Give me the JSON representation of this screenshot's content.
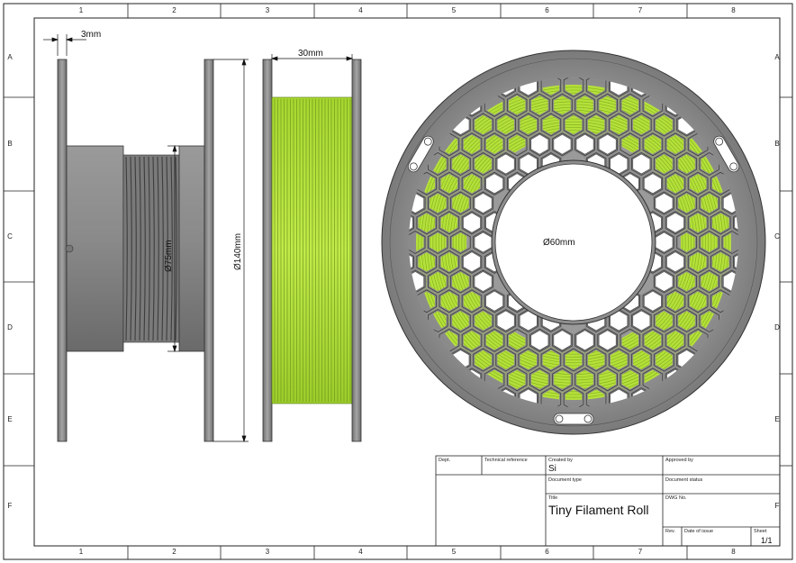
{
  "grid": {
    "columns": [
      "1",
      "2",
      "3",
      "4",
      "5",
      "6",
      "7",
      "8"
    ],
    "rows": [
      "A",
      "B",
      "C",
      "D",
      "E",
      "F"
    ]
  },
  "dimensions": {
    "flange_thickness": "3mm",
    "width": "30mm",
    "hub_diameter": "Ø75mm",
    "outer_diameter": "Ø140mm",
    "bore_diameter": "Ø60mm"
  },
  "title_block": {
    "dept_label": "Dept.",
    "technical_reference_label": "Technical reference",
    "created_by_label": "Created by",
    "created_by": "Si",
    "approved_by_label": "Approved by",
    "document_type_label": "Document type",
    "document_status_label": "Document status",
    "title_label": "Title",
    "title": "Tiny Filament Roll",
    "dwg_no_label": "DWG No.",
    "rev_label": "Rev.",
    "date_of_issue_label": "Date of issue",
    "sheet_label": "Sheet",
    "sheet": "1/1"
  },
  "colors": {
    "spool_gray": "#8c8c8c",
    "filament_green": "#b5e03a",
    "line": "#222222"
  }
}
